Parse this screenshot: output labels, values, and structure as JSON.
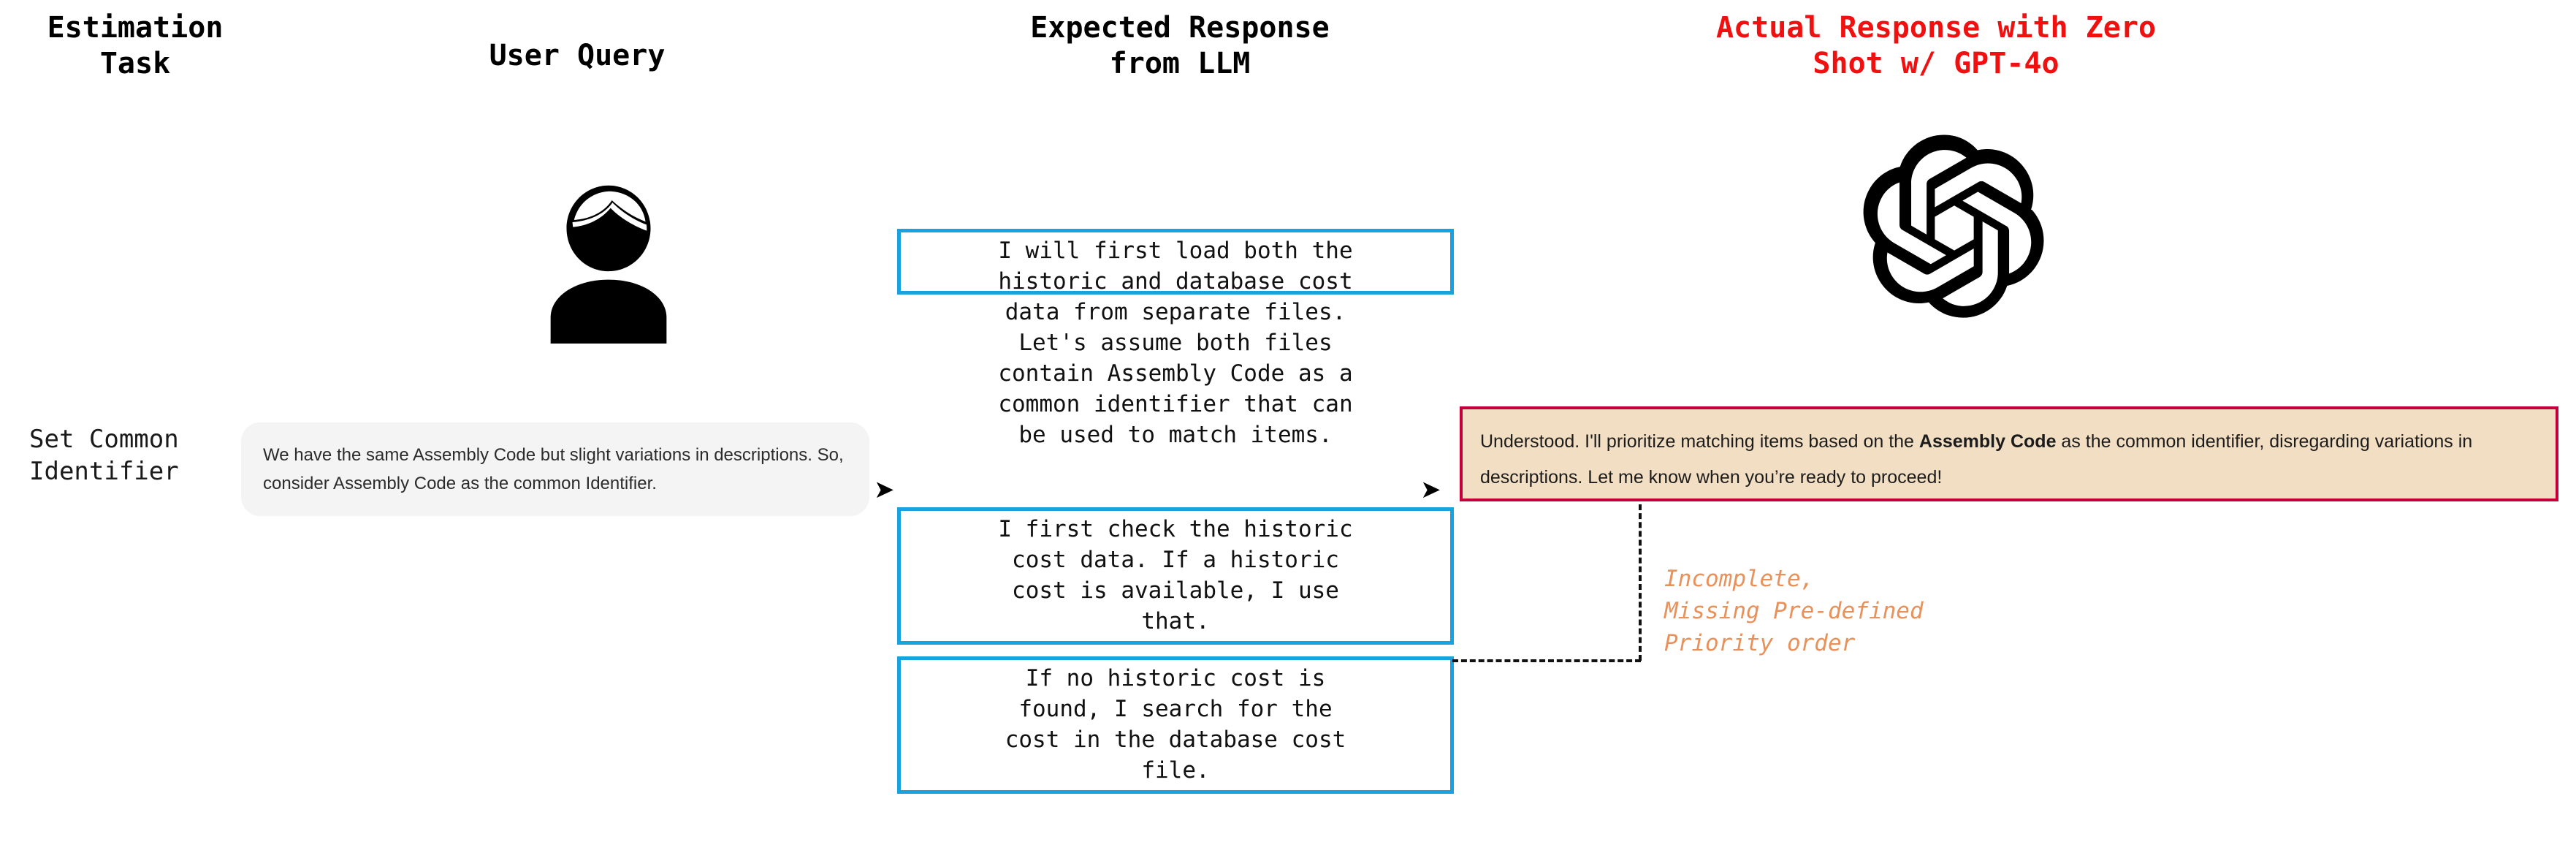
{
  "headers": {
    "estimation_task": "Estimation\nTask",
    "user_query": "User Query",
    "expected_response": "Expected Response\nfrom LLM",
    "actual_response": "Actual Response with Zero\nShot w/ GPT-4o",
    "actual_response_color": "#f01010"
  },
  "row": {
    "task_label": "Set Common\nIdentifier",
    "user_query_text": "We have the same Assembly Code but slight variations in descriptions. So, consider Assembly Code as the common Identifier.",
    "expected": {
      "block_1": "I will first load both the\nhistoric and database cost\ndata from separate files.\nLet's assume both files\ncontain Assembly Code as a\ncommon identifier that can\nbe used to match items.",
      "block_2": "I first check the historic\ncost data. If a historic\ncost is available, I use\nthat.",
      "block_3": "If no historic cost is\nfound, I search for the\ncost in the database cost\nfile.",
      "arrow_left": "➤",
      "arrow_right": "➤",
      "box_color": "#17a2e0"
    },
    "actual": {
      "text_before_bold": "Understood. I'll prioritize matching items based on the ",
      "bold_term": "Assembly Code",
      "text_after_bold": " as the common identifier, disregarding variations in descriptions. Let me know when you’re ready to proceed!",
      "fill_color": "#f2dec2",
      "border_color": "#c4003c"
    },
    "annotation": "Incomplete,\nMissing Pre-defined\nPriority order",
    "annotation_color": "#e8915a"
  },
  "icons": {
    "user_avatar": "user-avatar-icon",
    "openai_logo": "openai-logo-icon"
  }
}
